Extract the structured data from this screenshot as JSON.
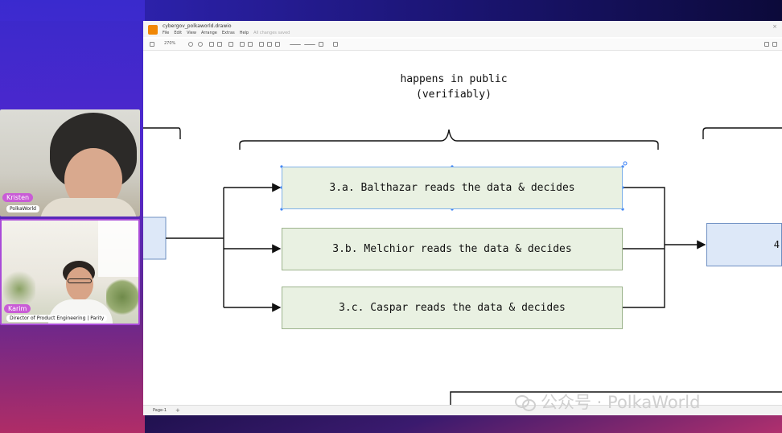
{
  "window": {
    "file_title": "cybergov_polkaworld.drawio",
    "menu": [
      "File",
      "Edit",
      "View",
      "Arrange",
      "Extras",
      "Help"
    ],
    "save_status": "All changes saved",
    "zoom": "270%",
    "page_tab": "Page-1",
    "page_add": "+"
  },
  "diagram": {
    "label_line1": "happens in public",
    "label_line2": "(verifiably)",
    "box_a": "3.a. Balthazar reads the data & decides",
    "box_b": "3.b. Melchior reads the data & decides",
    "box_c": "3.c. Caspar reads the data & decides",
    "right_box_text": "4"
  },
  "participants": {
    "kristen": {
      "name": "Kristen",
      "subtitle": "PolkaWorld"
    },
    "karim": {
      "name": "Karim",
      "subtitle": "Director of Product Engineering | Parity"
    }
  },
  "watermark": "公众号 · PolkaWorld",
  "colors": {
    "box_fill": "#e9f1e2",
    "box_border": "#9db48d",
    "blue_fill": "#dde8f8",
    "name_tag": "#c95cd6",
    "app_icon": "#f08705"
  }
}
